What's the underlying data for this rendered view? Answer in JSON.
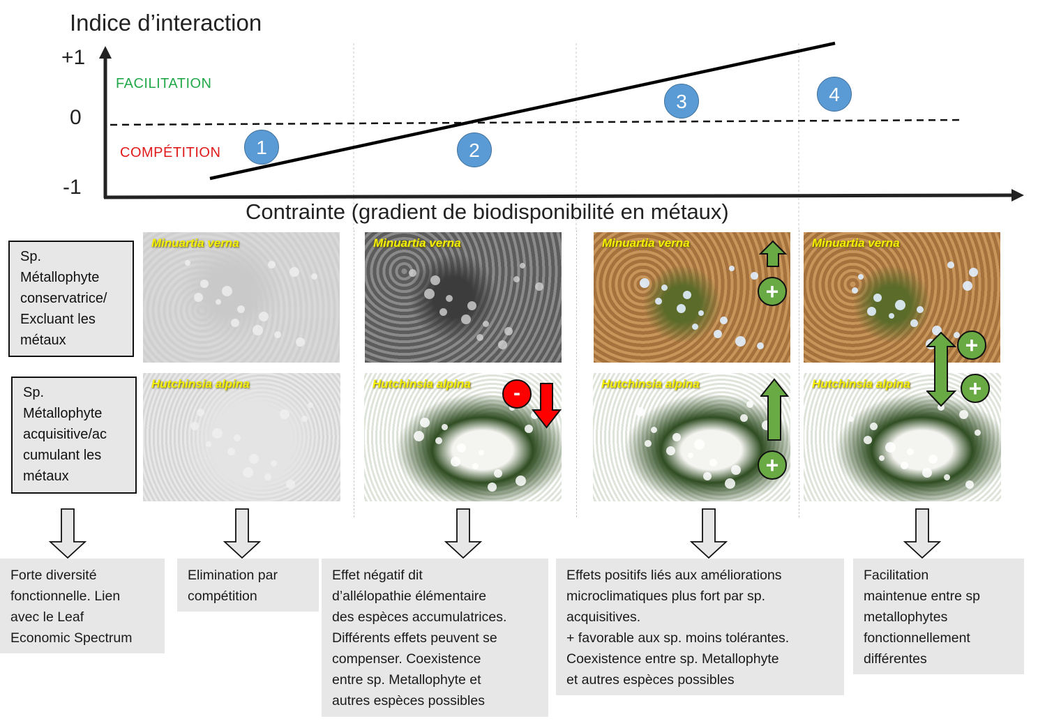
{
  "graph": {
    "y_axis_title": "Indice d’interaction",
    "x_axis_title": "Contrainte (gradient de biodisponibilité en métaux)",
    "y_ticks": [
      "+1",
      "0",
      "-1"
    ],
    "zones": {
      "facilitation": "FACILITATION",
      "competition": "COMPÉTITION"
    },
    "zone_colors": {
      "facilitation": "#22a84a",
      "competition": "#e01a1a"
    },
    "stage_badges": [
      "1",
      "2",
      "3",
      "4"
    ],
    "badge_color": "#5b9bd5",
    "trend_line": {
      "description": "interaction index increasing linearly with stress",
      "start_index": -0.8,
      "end_index": 1.0
    },
    "zero_line": "dashed"
  },
  "species_labels": {
    "conservative": "Sp.\nMétallophyte\nconservatrice/\nExcluant les\nmétaux",
    "acquisitive": "Sp.\nMétallophyte\nacquisitive/ac\ncumulant les\nmétaux"
  },
  "photos": {
    "top_species": "Minuartia verna",
    "bottom_species": "Hutchinsia alpina"
  },
  "stages": [
    {
      "id": 1,
      "top_style": "faded",
      "bottom_style": "faded",
      "effects": []
    },
    {
      "id": 2,
      "top_style": "grayscale",
      "bottom_style": "color",
      "effects": [
        {
          "target": "Hutchinsia alpina",
          "sign": "-",
          "arrow": "down",
          "color": "#ff0000"
        }
      ]
    },
    {
      "id": 3,
      "top_style": "color",
      "bottom_style": "color",
      "effects": [
        {
          "target": "Minuartia verna",
          "sign": "+",
          "arrow": "up-small",
          "color": "#6aaa45"
        },
        {
          "target": "Hutchinsia alpina",
          "sign": "+",
          "arrow": "up-large",
          "color": "#6aaa45"
        }
      ]
    },
    {
      "id": 4,
      "top_style": "color",
      "bottom_style": "color",
      "effects": [
        {
          "target": "both",
          "sign": "+",
          "arrow": "bidirectional",
          "color": "#6aaa45"
        },
        {
          "target": "both",
          "sign": "+",
          "arrow": "none",
          "color": "#6aaa45"
        }
      ]
    }
  ],
  "symbols": {
    "plus": "+",
    "minus": "-"
  },
  "outcomes": [
    "Forte diversité\nfonctionnelle. Lien\navec le Leaf\nEconomic Spectrum",
    "Elimination par\ncompétition",
    "Effet négatif dit\nd’allélopathie élémentaire\ndes espèces accumulatrices.\nDifférents effets peuvent se\ncompenser. Coexistence\nentre sp. Metallophyte et\nautres espèces possibles",
    "Effets positifs liés aux améliorations\nmicroclimatiques plus fort par sp.\nacquisitives.\n+ favorable aux sp. moins tolérantes.\nCoexistence entre sp. Metallophyte\net autres espèces possibles",
    "Facilitation\nmaintenue entre sp\nmetallophytes\nfonctionnellement\ndifférentes"
  ]
}
